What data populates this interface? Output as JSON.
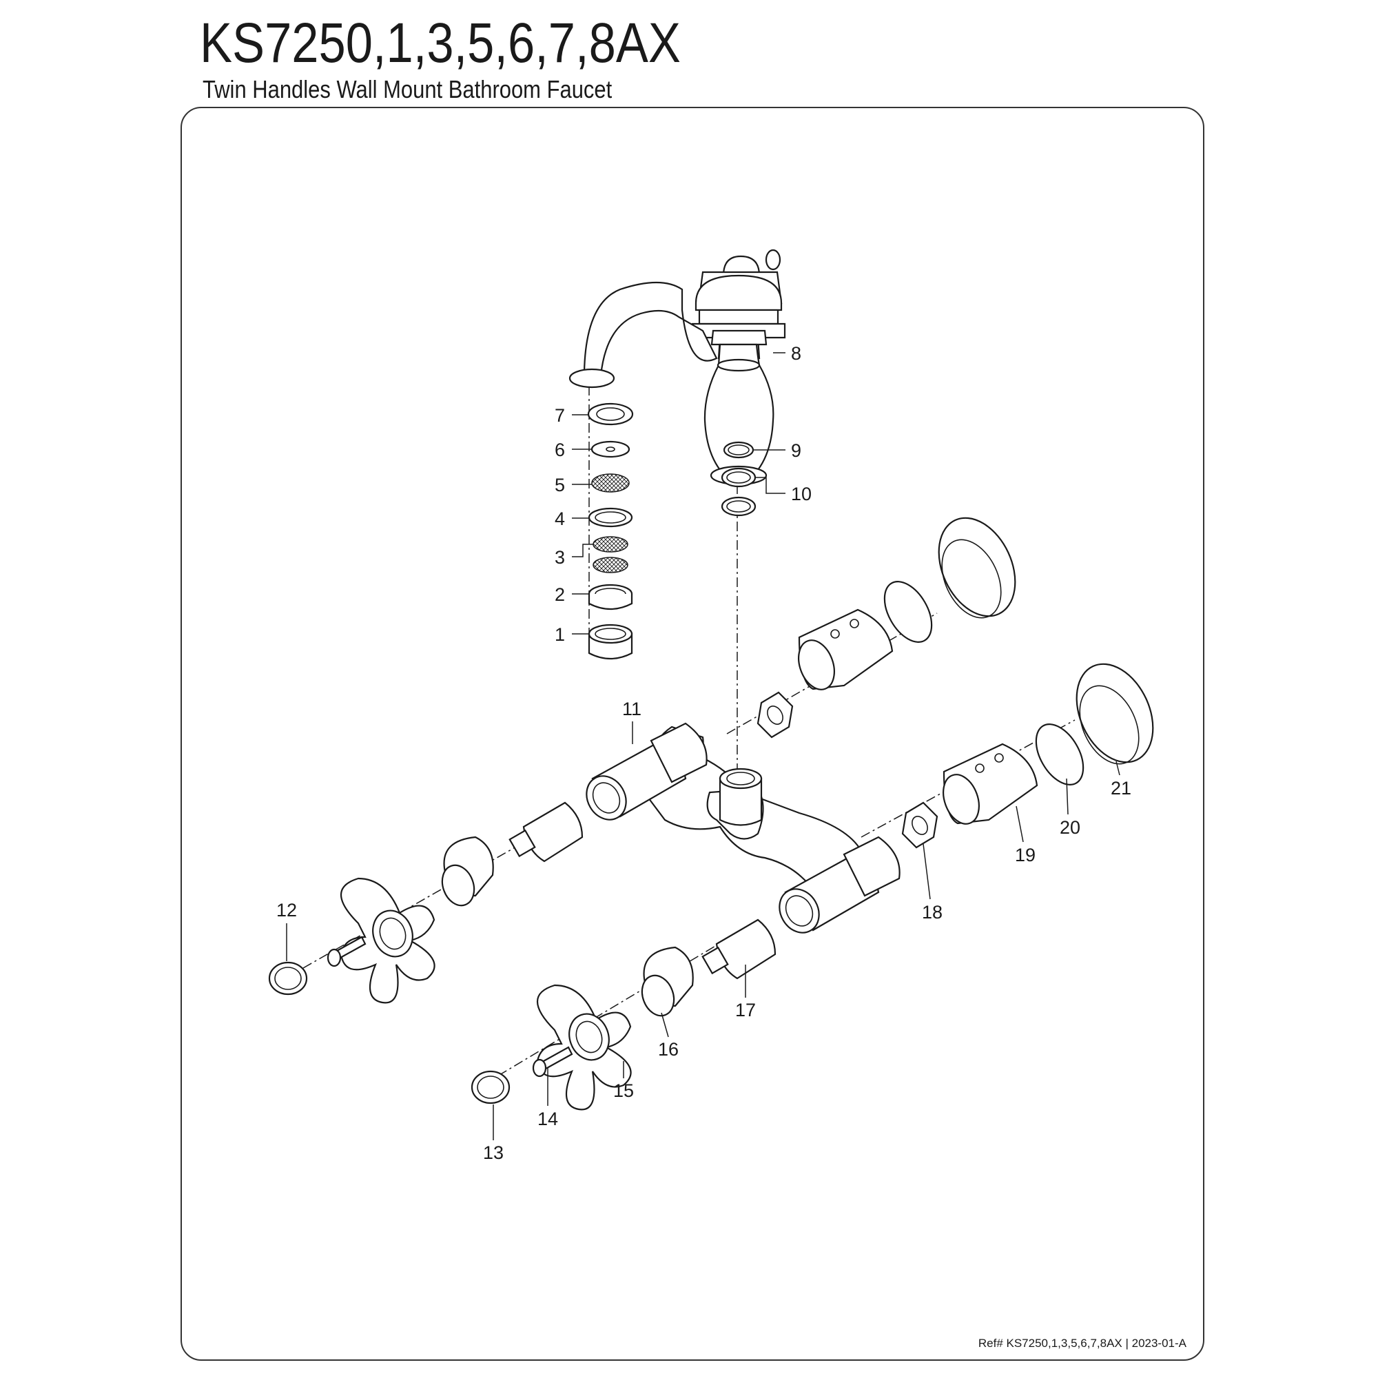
{
  "header": {
    "title": "KS7250,1,3,5,6,7,8AX",
    "subtitle": "Twin Handles Wall Mount Bathroom Faucet"
  },
  "footer": {
    "reference": "Ref# KS7250,1,3,5,6,7,8AX | 2023-01-A"
  },
  "callouts": [
    "1",
    "2",
    "3",
    "4",
    "5",
    "6",
    "7",
    "8",
    "9",
    "10",
    "11",
    "12",
    "13",
    "14",
    "15",
    "16",
    "17",
    "18",
    "19",
    "20",
    "21"
  ],
  "colors": {
    "line": "#1a1a1a",
    "background": "#ffffff"
  }
}
